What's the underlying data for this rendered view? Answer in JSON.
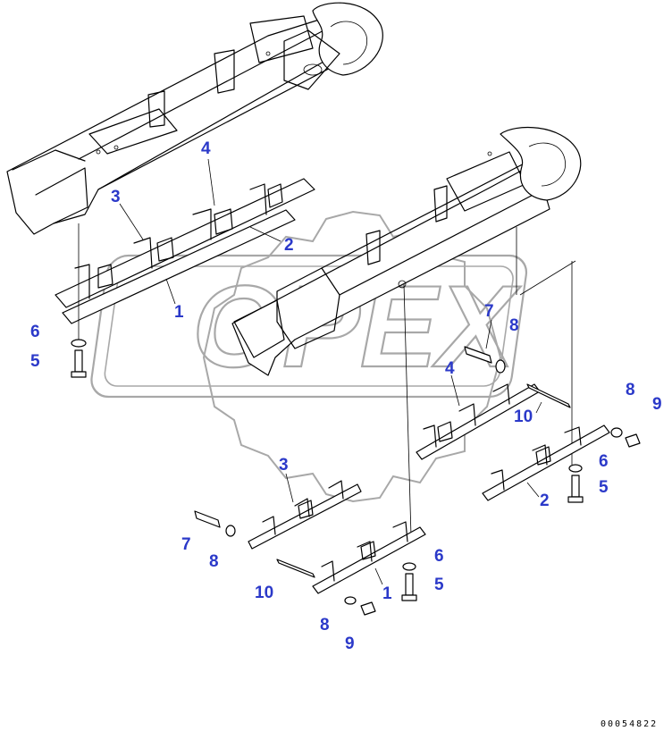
{
  "colors": {
    "callout": "#2b39c9",
    "line": "#000000",
    "watermark": "#a8a8a8"
  },
  "watermark": {
    "text": "OPEX"
  },
  "doc_number": "00054822",
  "callouts": [
    {
      "id": "c-4-upper",
      "label": "4"
    },
    {
      "id": "c-3-upper",
      "label": "3"
    },
    {
      "id": "c-2-upper",
      "label": "2"
    },
    {
      "id": "c-1-upper",
      "label": "1"
    },
    {
      "id": "c-6-upper",
      "label": "6"
    },
    {
      "id": "c-5-upper",
      "label": "5"
    },
    {
      "id": "c-7-right",
      "label": "7"
    },
    {
      "id": "c-8-right",
      "label": "8"
    },
    {
      "id": "c-4-right",
      "label": "4"
    },
    {
      "id": "c-10-right",
      "label": "10"
    },
    {
      "id": "c-8-far",
      "label": "8"
    },
    {
      "id": "c-9-far",
      "label": "9"
    },
    {
      "id": "c-6-right",
      "label": "6"
    },
    {
      "id": "c-5-right",
      "label": "5"
    },
    {
      "id": "c-2-right",
      "label": "2"
    },
    {
      "id": "c-3-lower",
      "label": "3"
    },
    {
      "id": "c-7-lower",
      "label": "7"
    },
    {
      "id": "c-8-lower",
      "label": "8"
    },
    {
      "id": "c-10-lower",
      "label": "10"
    },
    {
      "id": "c-6-lower",
      "label": "6"
    },
    {
      "id": "c-5-lower",
      "label": "5"
    },
    {
      "id": "c-1-lower",
      "label": "1"
    },
    {
      "id": "c-8-bottom",
      "label": "8"
    },
    {
      "id": "c-9-bottom",
      "label": "9"
    }
  ]
}
